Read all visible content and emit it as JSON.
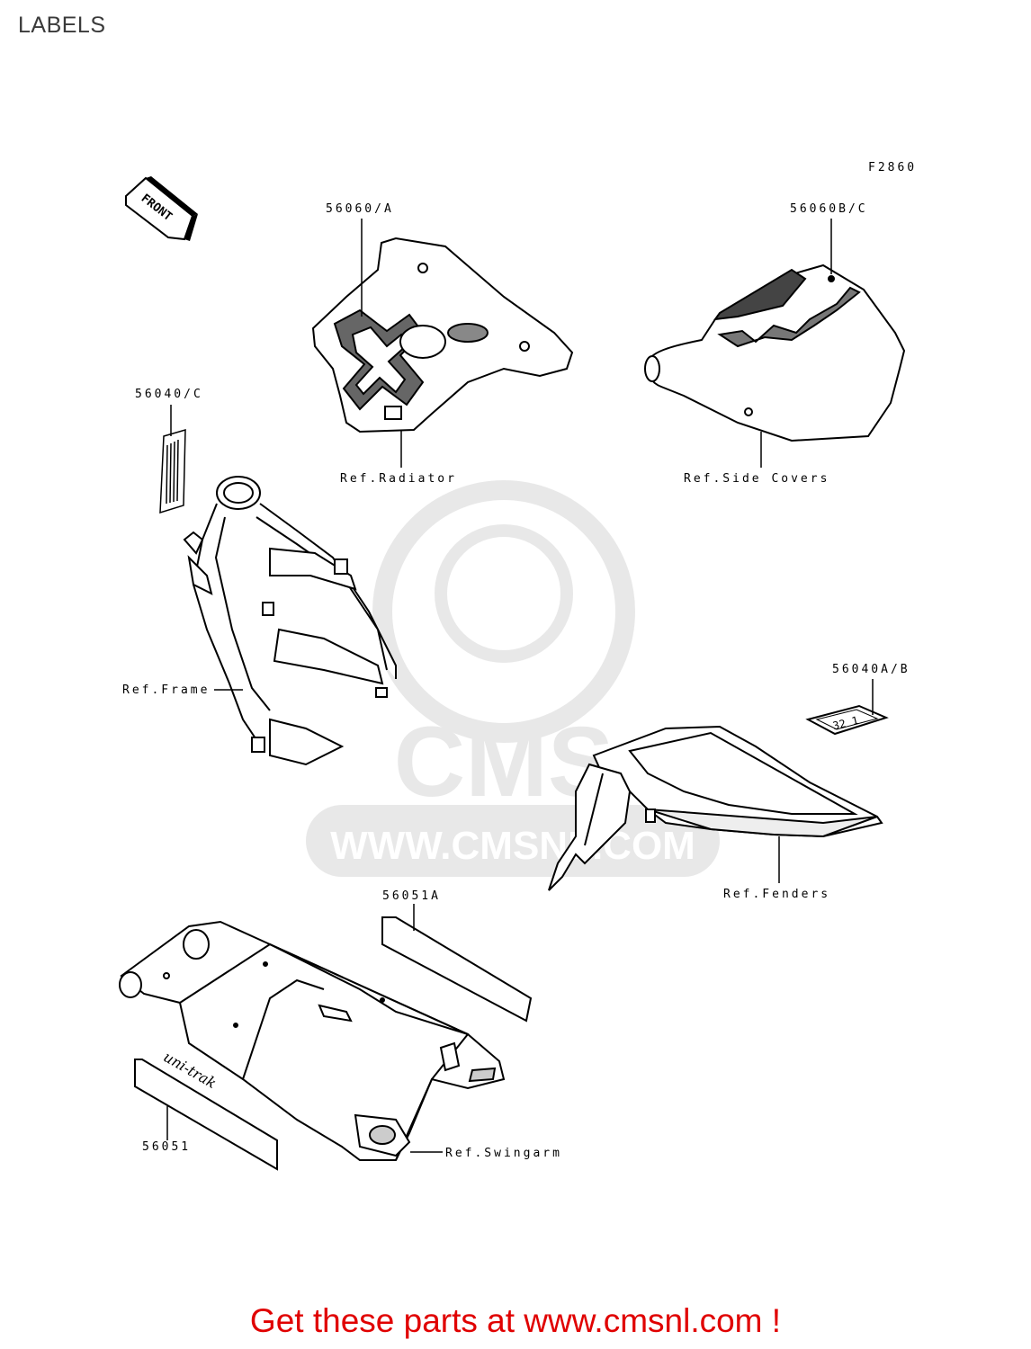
{
  "page_title": "LABELS",
  "diagram_code": "F2860",
  "front_label": "FRONT",
  "watermark": {
    "brand": "CMS",
    "url": "WWW.CMSNL.COM"
  },
  "part_labels": {
    "p56060a": "56060/A",
    "p56060bc": "56060B/C",
    "p56040c": "56040/C",
    "p56040ab": "56040A/B",
    "p56051a": "56051A",
    "p56051": "56051"
  },
  "ref_labels": {
    "radiator": "Ref.Radiator",
    "side_covers": "Ref.Side Covers",
    "frame": "Ref.Frame",
    "fenders": "Ref.Fenders",
    "swingarm": "Ref.Swingarm"
  },
  "decal_text": {
    "number_plate": "32 1",
    "swingarm": "uni-trak"
  },
  "footer_cta": "Get these parts at www.cmsnl.com !"
}
